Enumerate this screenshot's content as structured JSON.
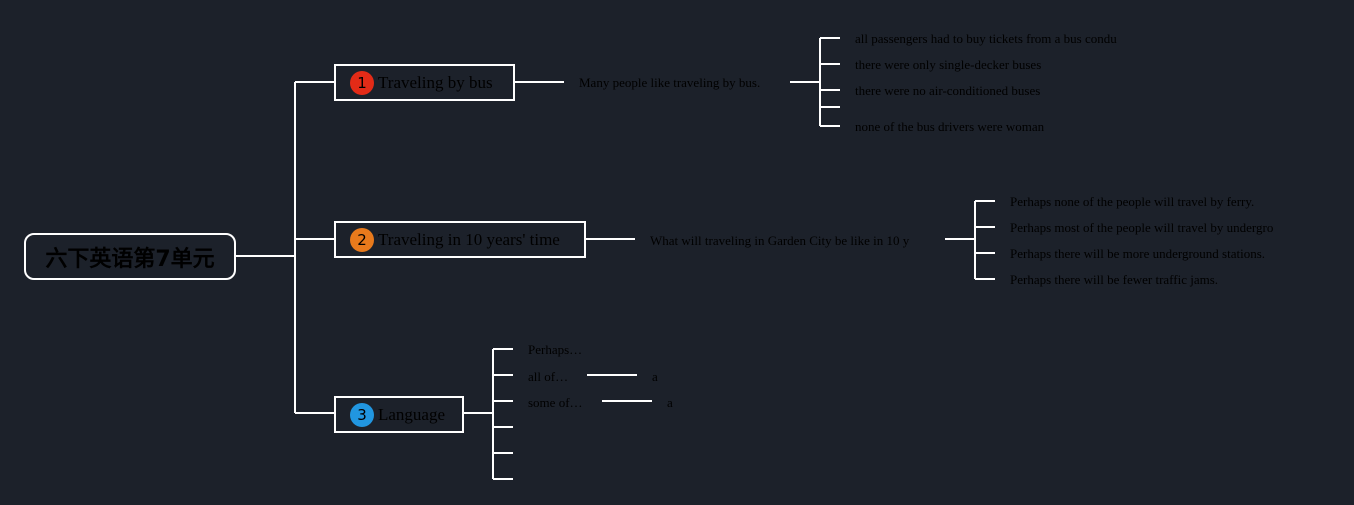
{
  "root": {
    "title": "六下英语第7单元"
  },
  "branches": [
    {
      "number": "1",
      "title": "Traveling by bus",
      "badge_color": "#e32b17",
      "summary": "Many people like traveling by bus.",
      "children": [
        "all passengers had to buy tickets from a bus condu",
        "there were only single-decker buses",
        "there were no air-conditioned buses",
        "",
        "none of the bus drivers were woman"
      ]
    },
    {
      "number": "2",
      "title": "Traveling in 10 years' time",
      "badge_color": "#e87a1c",
      "summary": "What will traveling in Garden City be like in 10 y",
      "children": [
        "Perhaps none of the people will travel by ferry.",
        "Perhaps most of the people will travel by undergro",
        "Perhaps there will be more underground stations.",
        "Perhaps there will be fewer traffic jams."
      ]
    },
    {
      "number": "3",
      "title": "Language",
      "badge_color": "#2196e0",
      "children": [
        {
          "text": "Perhaps…"
        },
        {
          "text": "all of…",
          "sub": "a"
        },
        {
          "text": "some of…",
          "sub": "a"
        },
        {
          "text": ""
        },
        {
          "text": ""
        },
        {
          "text": ""
        }
      ]
    }
  ],
  "colors": {
    "background": "#1c212a",
    "line": "#ffffff"
  }
}
